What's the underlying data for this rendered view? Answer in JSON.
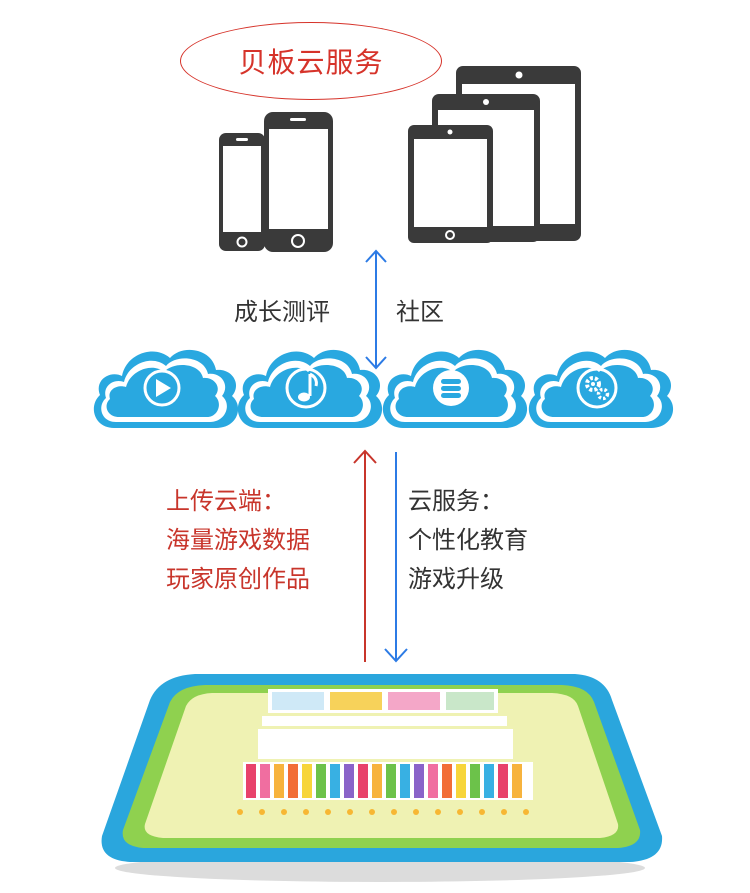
{
  "title": "贝板云服务",
  "middle": {
    "left_label": "成长测评",
    "right_label": "社区"
  },
  "clouds": [
    {
      "icon": "play-icon"
    },
    {
      "icon": "music-note-icon"
    },
    {
      "icon": "database-icon"
    },
    {
      "icon": "gears-icon"
    }
  ],
  "upload": {
    "lines": [
      "上传云端：",
      "海量游戏数据",
      "玩家原创作品"
    ]
  },
  "service": {
    "lines": [
      "云服务：",
      "个性化教育",
      "游戏升级"
    ]
  },
  "colors": {
    "red": "#c8352b",
    "blue": "#2c7be5",
    "cloud": "#29a8e0",
    "device": "#3a3a3a"
  }
}
